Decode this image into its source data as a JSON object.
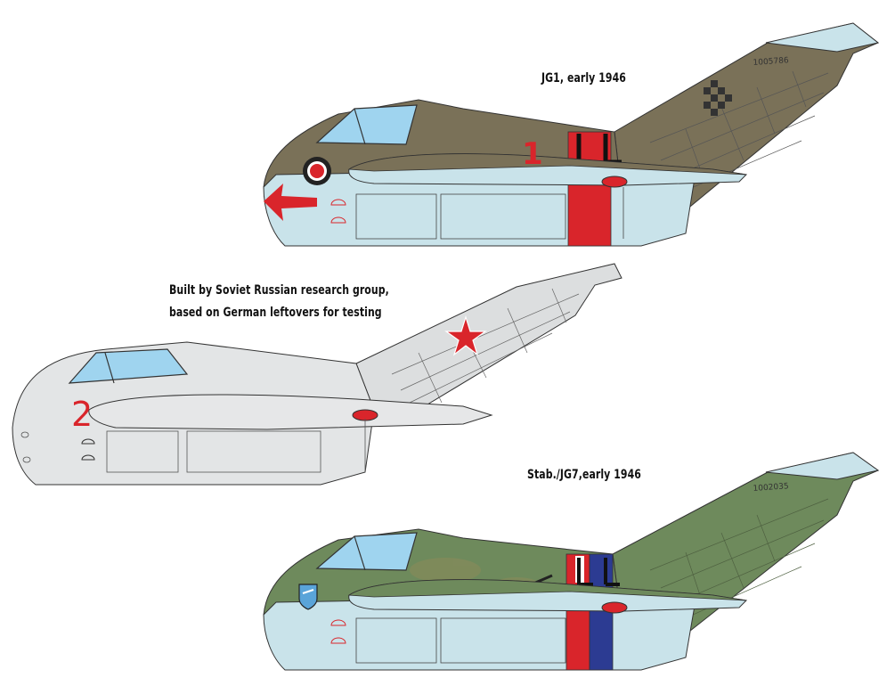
{
  "variants": [
    {
      "id": "jg1",
      "caption": "JG1, early 1946",
      "serial": "1005786",
      "aircraft_number": "1",
      "colors": {
        "upper": "#7a7158",
        "lower": "#c9e3ea",
        "band": "#d9252b",
        "number": "#d9252b"
      }
    },
    {
      "id": "soviet",
      "caption_line1": "Built by Soviet Russian research group,",
      "caption_line2": "based on German leftovers for testing",
      "aircraft_number": "2",
      "colors": {
        "upper": "#dcdedf",
        "lower": "#e8eaeb",
        "star": "#d9252b",
        "number": "#d9252b"
      }
    },
    {
      "id": "jg7",
      "caption": "Stab./JG7,early 1946",
      "serial": "1002035",
      "colors": {
        "upper": "#6e8a5c",
        "lower": "#c9e3ea",
        "band_red": "#d9252b",
        "band_blue": "#2c3b92"
      }
    }
  ]
}
